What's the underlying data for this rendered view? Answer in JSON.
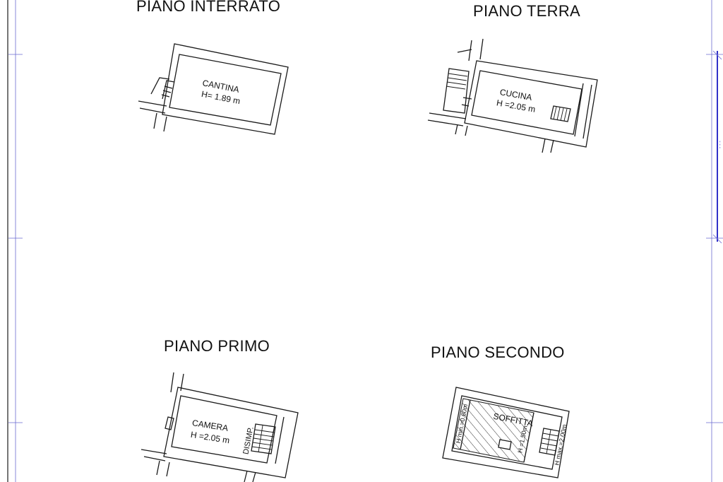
{
  "floors": {
    "interrato": {
      "title": "PIANO INTERRATO",
      "room": "CANTINA",
      "height": "H= 1.89 m"
    },
    "terra": {
      "title": "PIANO TERRA",
      "room": "CUCINA",
      "height": "H =2.05 m"
    },
    "primo": {
      "title": "PIANO PRIMO",
      "room": "CAMERA",
      "height": "H =2.05 m",
      "side_label": "DISIMP."
    },
    "secondo": {
      "title": "PIANO SECONDO",
      "room": "SOFFITTA",
      "h_min": "H min.=0.60m",
      "h_mid": "H =1.50m",
      "h_max": "H max.=2.00m"
    }
  },
  "frame": {
    "line_color": "#1a1a1a",
    "accent_color": "#3030c8"
  }
}
